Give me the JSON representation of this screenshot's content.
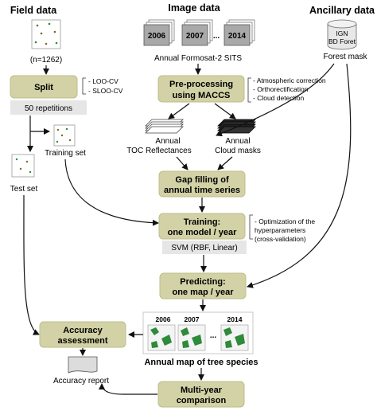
{
  "headers": {
    "field": "Field data",
    "image": "Image data",
    "ancillary": "Ancillary data"
  },
  "field": {
    "count": "(n=1262)",
    "split_label": "Split",
    "split_notes": [
      "- LOO-CV",
      "- SLOO-CV"
    ],
    "repetitions": "50 repetitions",
    "training_set": "Training set",
    "test_set": "Test set"
  },
  "image": {
    "years": [
      "2006",
      "2007",
      "...",
      "2014"
    ],
    "sits": "Annual Formosat-2 SITS",
    "preproc": [
      "Pre-processing",
      "using MACCS"
    ],
    "preproc_notes": [
      "- Atmospheric correction",
      "- Orthorectification",
      "- Cloud detection"
    ],
    "toc": [
      "Annual",
      "TOC Reflectances"
    ],
    "cloud": [
      "Annual",
      "Cloud masks"
    ],
    "gap": [
      "Gap filling of",
      "annual time series"
    ],
    "training": [
      "Training:",
      "one model / year"
    ],
    "training_notes": [
      "- Optimization of the",
      "hyperparameters",
      "(cross-validation)"
    ],
    "svm": "SVM (RBF, Linear)",
    "predicting": [
      "Predicting:",
      "one map / year"
    ],
    "map_years": [
      "2006",
      "2007",
      "...",
      "2014"
    ],
    "map_title": "Annual map of tree species",
    "multi": [
      "Multi-year",
      "comparison"
    ]
  },
  "accuracy": {
    "box": [
      "Accuracy",
      "assessment"
    ],
    "report": "Accuracy report"
  },
  "ancillary": {
    "db": [
      "IGN",
      "BD Foret"
    ],
    "forest_mask": "Forest mask"
  },
  "colors": {
    "box_fill": "#d2d2a6",
    "note_fill": "#e6e6e6",
    "map_green": "#2e8b3a"
  }
}
